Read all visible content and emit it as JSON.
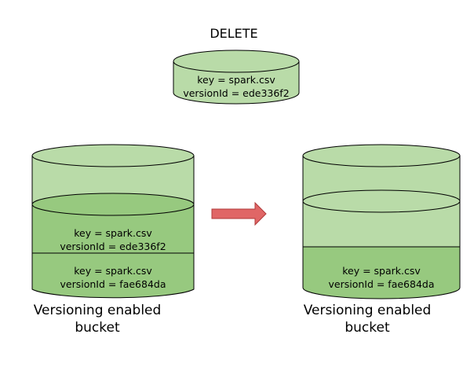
{
  "delete_op": {
    "title": "DELETE",
    "key_label": "key = spark.csv",
    "version_label": "versionId = ede336f2"
  },
  "left_bucket": {
    "caption_line1": "Versioning enabled",
    "caption_line2": "bucket",
    "objects": [
      {
        "key_label": "key = spark.csv",
        "version_label": "versionId = ede336f2"
      },
      {
        "key_label": "key = spark.csv",
        "version_label": "versionId = fae684da"
      }
    ]
  },
  "right_bucket": {
    "caption_line1": "Versioning enabled",
    "caption_line2": "bucket",
    "objects": [
      {
        "key_label": "key = spark.csv",
        "version_label": "versionId = fae684da"
      }
    ]
  },
  "colors": {
    "light_green": "#b9dba8",
    "dark_green": "#97c97f",
    "stroke": "#000000",
    "arrow_fill": "#e06666",
    "arrow_stroke": "#b03a3a"
  }
}
